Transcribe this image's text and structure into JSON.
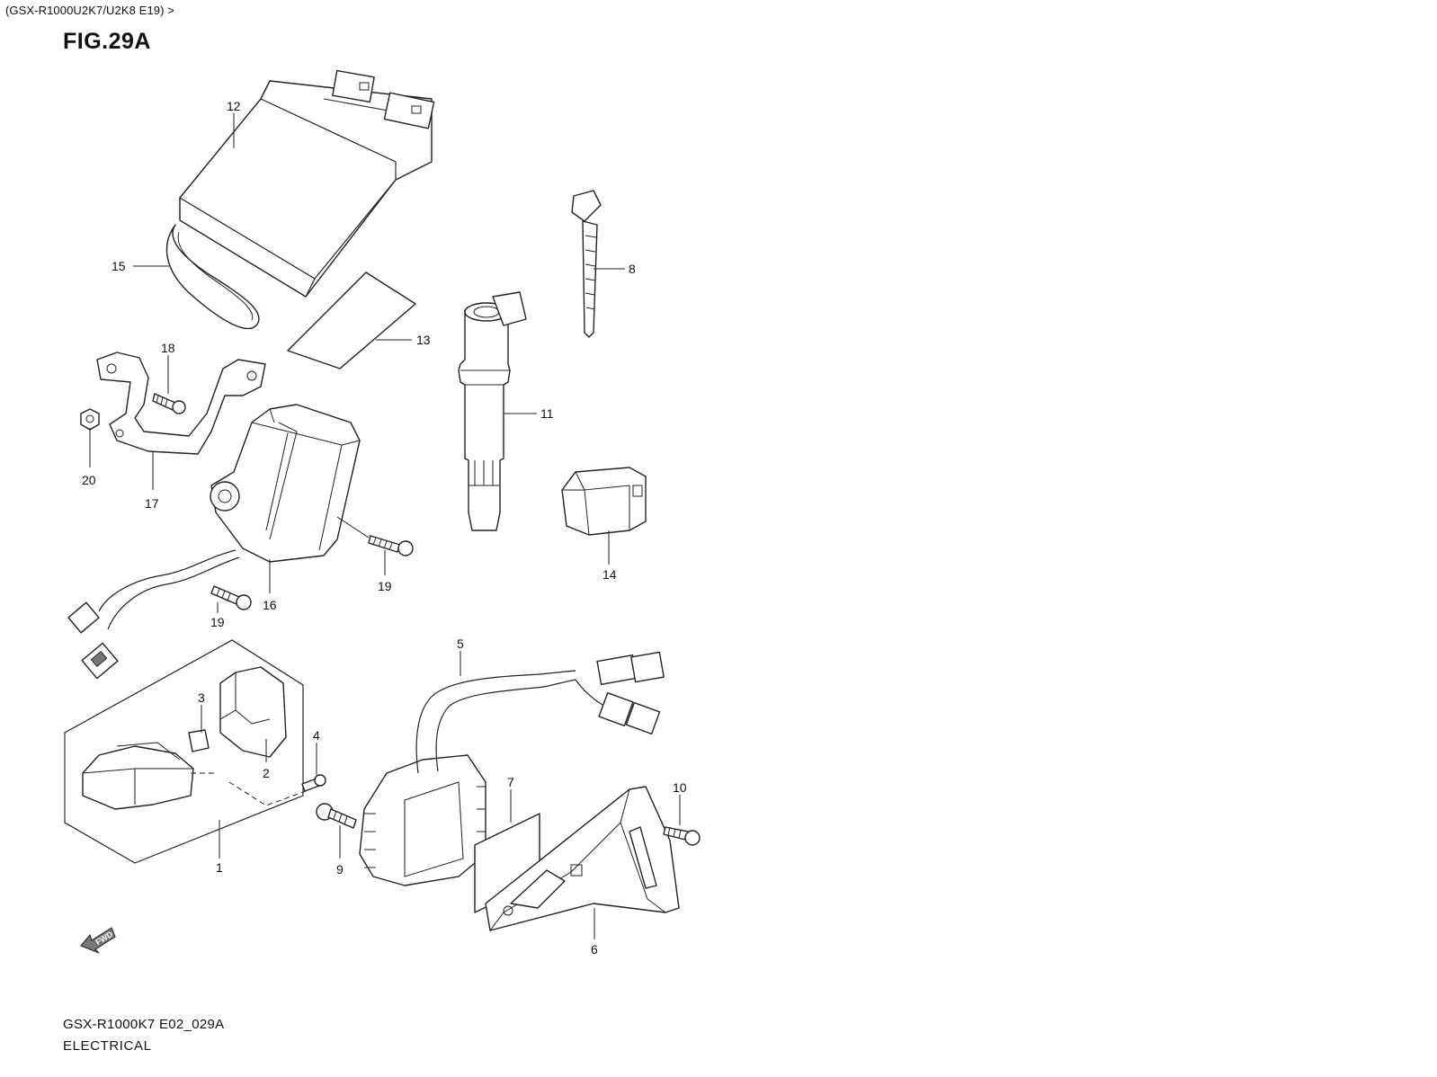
{
  "header": {
    "model_ref": "(GSX-R1000U2K7/U2K8 E19) >",
    "figure_title": "FIG.29A"
  },
  "footer": {
    "diagram_code": "GSX-R1000K7 E02_029A",
    "section_name": "ELECTRICAL"
  },
  "fwd_arrow": {
    "label": "FWD"
  },
  "callouts": [
    {
      "id": "c12",
      "label": "12"
    },
    {
      "id": "c15",
      "label": "15"
    },
    {
      "id": "c13",
      "label": "13"
    },
    {
      "id": "c8",
      "label": "8"
    },
    {
      "id": "c18",
      "label": "18"
    },
    {
      "id": "c20",
      "label": "20"
    },
    {
      "id": "c17",
      "label": "17"
    },
    {
      "id": "c11",
      "label": "11"
    },
    {
      "id": "c14",
      "label": "14"
    },
    {
      "id": "c19a",
      "label": "19"
    },
    {
      "id": "c19b",
      "label": "19"
    },
    {
      "id": "c16",
      "label": "16"
    },
    {
      "id": "c5",
      "label": "5"
    },
    {
      "id": "c3",
      "label": "3"
    },
    {
      "id": "c4",
      "label": "4"
    },
    {
      "id": "c2",
      "label": "2"
    },
    {
      "id": "c1",
      "label": "1"
    },
    {
      "id": "c7",
      "label": "7"
    },
    {
      "id": "c10",
      "label": "10"
    },
    {
      "id": "c9",
      "label": "9"
    },
    {
      "id": "c6",
      "label": "6"
    }
  ]
}
